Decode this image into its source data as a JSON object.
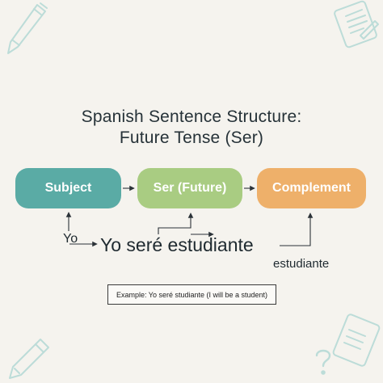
{
  "title": {
    "line1": "Spanish Sentence Structure:",
    "line2": "Future Tense (Ser)"
  },
  "boxes": {
    "subject": "Subject",
    "ser": "Ser (Future)",
    "complement": "Complement"
  },
  "labels": {
    "yo": "Yo",
    "sentence": "Yo seré estudiante",
    "estudiante": "estudiante"
  },
  "example": "Example: Yo seré studiante (I will be a student)",
  "colors": {
    "subject": "#5aaba5",
    "ser": "#a9cc82",
    "complement": "#eeb06a",
    "decor": "#bcdcd8"
  },
  "icons": [
    "pen-icon",
    "notepad-icon",
    "pencil-icon",
    "question-mark-icon"
  ]
}
